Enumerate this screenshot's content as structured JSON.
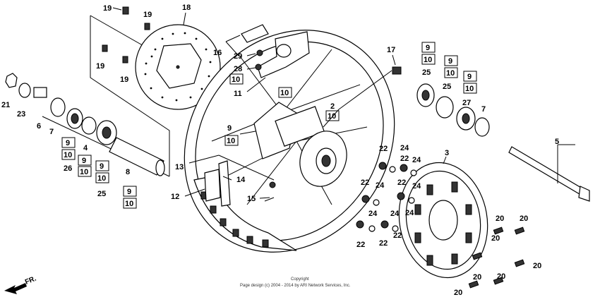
{
  "callouts": {
    "c19a": "19",
    "c19b": "19",
    "c19c": "19",
    "c19d": "19",
    "c18": "18",
    "c16": "16",
    "c29": "29",
    "c28": "28",
    "c11": "11",
    "c21": "21",
    "c23": "23",
    "c6": "6",
    "c7a": "7",
    "c4": "4",
    "c26": "26",
    "c25a": "25",
    "c8": "8",
    "c2": "2",
    "c13": "13",
    "c14": "14",
    "c12": "12",
    "c15": "15",
    "c17": "17",
    "c25b": "25",
    "c25c": "25",
    "c27": "27",
    "c7b": "7",
    "c5": "5",
    "c3": "3",
    "c22a": "22",
    "c24a": "24",
    "c22b": "22",
    "c24b": "24",
    "c22c": "22",
    "c24c": "24",
    "c22d": "22",
    "c24d": "24",
    "c22e": "22",
    "c24e": "24",
    "c22f": "22",
    "c24f": "24",
    "c22g": "22",
    "c24g": "24",
    "c20a": "20",
    "c20b": "20",
    "c20c": "20",
    "c20d": "20",
    "c20e": "20",
    "c20f": "20",
    "c20g": "20"
  },
  "boxed_refs": {
    "b10a": "10",
    "b10b": "10",
    "b9a": "9",
    "b10c": "10",
    "b10d": "10",
    "b9b": "9",
    "b10e": "10",
    "b9c": "9",
    "b10f": "10",
    "b9d": "9",
    "b10g": "10",
    "b9e": "9",
    "b10h": "10",
    "b9f": "9",
    "b10i": "10",
    "b9g": "9",
    "b10j": "10",
    "b9h": "9",
    "b10k": "10"
  },
  "direction_label": "FR.",
  "footer": {
    "line1": "Copyright",
    "line2": "Page design (c) 2004 - 2014 by ARI Network Services, Inc."
  }
}
